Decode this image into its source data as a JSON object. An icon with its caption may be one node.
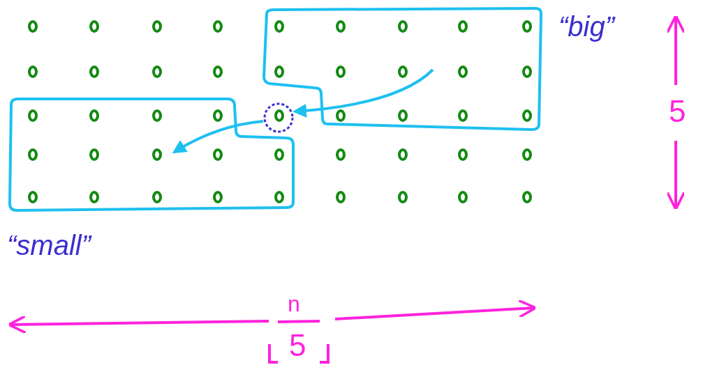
{
  "diagram": {
    "nodes": [
      {
        "text": [
          "“big”"
        ]
      },
      {
        "text": [
          "“small”"
        ]
      },
      {
        "text": [],
        "shape": "circle"
      }
    ],
    "edges": [
      {
        "from": 0,
        "to": 2,
        "arrow": "to"
      },
      {
        "from": 2,
        "to": 1,
        "arrow": "to"
      }
    ],
    "labels": [
      "5",
      "n",
      "5"
    ]
  }
}
